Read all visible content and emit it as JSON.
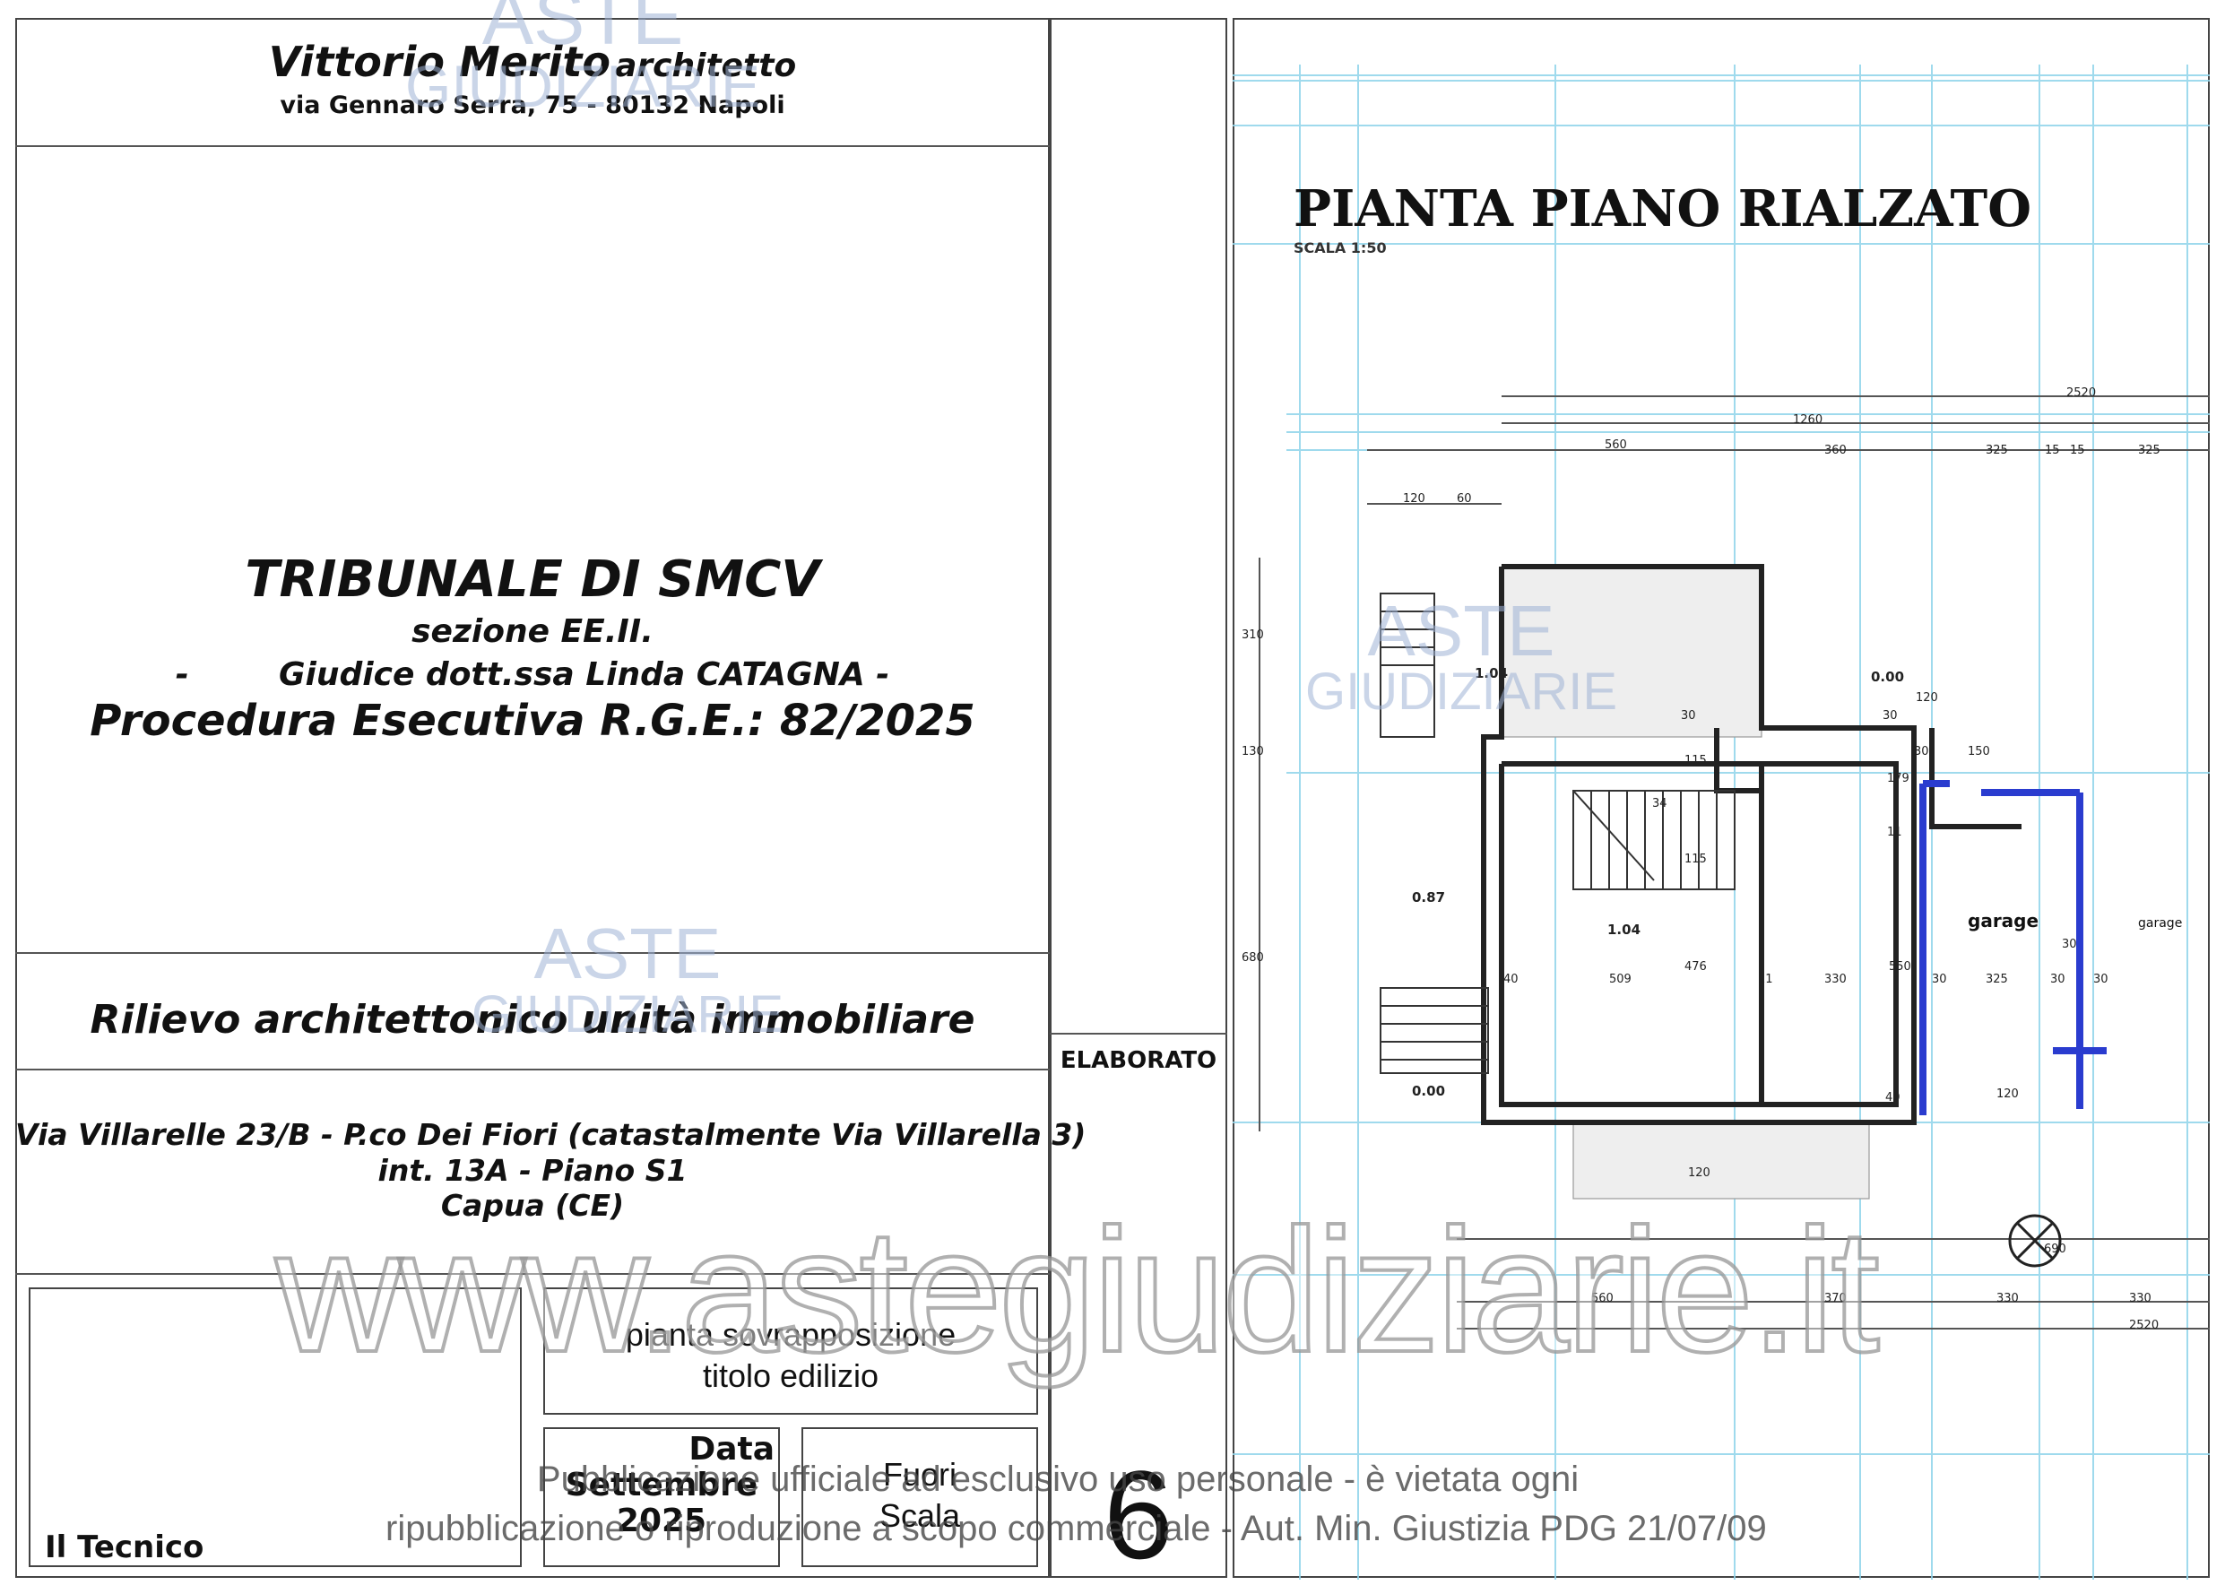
{
  "header": {
    "architect_name": "Vittorio Merito",
    "architect_title": "architetto",
    "address": "via Gennaro Serra, 75 - 80132 Napoli"
  },
  "court": {
    "name": "TRIBUNALE DI SMCV",
    "section": "sezione EE.II.",
    "judge": "-        Giudice dott.ssa Linda CATAGNA -",
    "procedure": "Procedura Esecutiva R.G.E.: 82/2025"
  },
  "survey": {
    "title": "Rilievo architettonico unità immobiliare"
  },
  "location": {
    "line1": "Via Villarelle 23/B - P.co Dei Fiori (catastalmente Via Villarella 3)",
    "line2": "int. 13A - Piano S1",
    "line3": "Capua (CE)"
  },
  "footer": {
    "technician_label": "Il Tecnico",
    "description_line1": "pianta sovrapposizione",
    "description_line2": "titolo edilizio",
    "date_label": "Data",
    "date_month": "Settembre",
    "date_year": "2025",
    "scale_line1": "Fuori",
    "scale_line2": "Scala"
  },
  "elaborato": {
    "label": "ELABORATO",
    "number": "6"
  },
  "plan": {
    "title": "PIANTA PIANO RIALZATO",
    "scale": "SCALA 1:50",
    "room_labels": [
      "garage",
      "garage"
    ],
    "levels": [
      "1.04",
      "0.00",
      "0.87",
      "1.04",
      "0.00"
    ],
    "dimensions_top": [
      "2520",
      "1260",
      "560",
      "360",
      "325",
      "15",
      "15",
      "325",
      "120",
      "60"
    ],
    "dimensions_left": [
      "310",
      "130",
      "680"
    ],
    "dimensions_inner": [
      "30",
      "120",
      "30",
      "150",
      "30",
      "115",
      "34",
      "115",
      "179",
      "11",
      "40",
      "509",
      "476",
      "11",
      "330",
      "550",
      "30",
      "30",
      "325",
      "30",
      "40",
      "120",
      "120",
      "30"
    ],
    "dimensions_bottom": [
      "690",
      "560",
      "370",
      "330",
      "330",
      "2520"
    ]
  },
  "watermarks": {
    "brand_line1": "ASTE",
    "brand_line2": "GIUDIZIARIE",
    "site": "www.astegiudiziarie.it",
    "notice_line1": "Pubblicazione ufficiale ad esclusivo uso personale - è vietata ogni",
    "notice_line2": "ripubblicazione o riproduzione a scopo commerciale - Aut. Min. Giustizia PDG 21/07/09"
  },
  "colors": {
    "plan_cyan": "#7fd0e8",
    "highlight_blue": "#2a3ccf",
    "watermark_blue": "#7b95c2"
  }
}
